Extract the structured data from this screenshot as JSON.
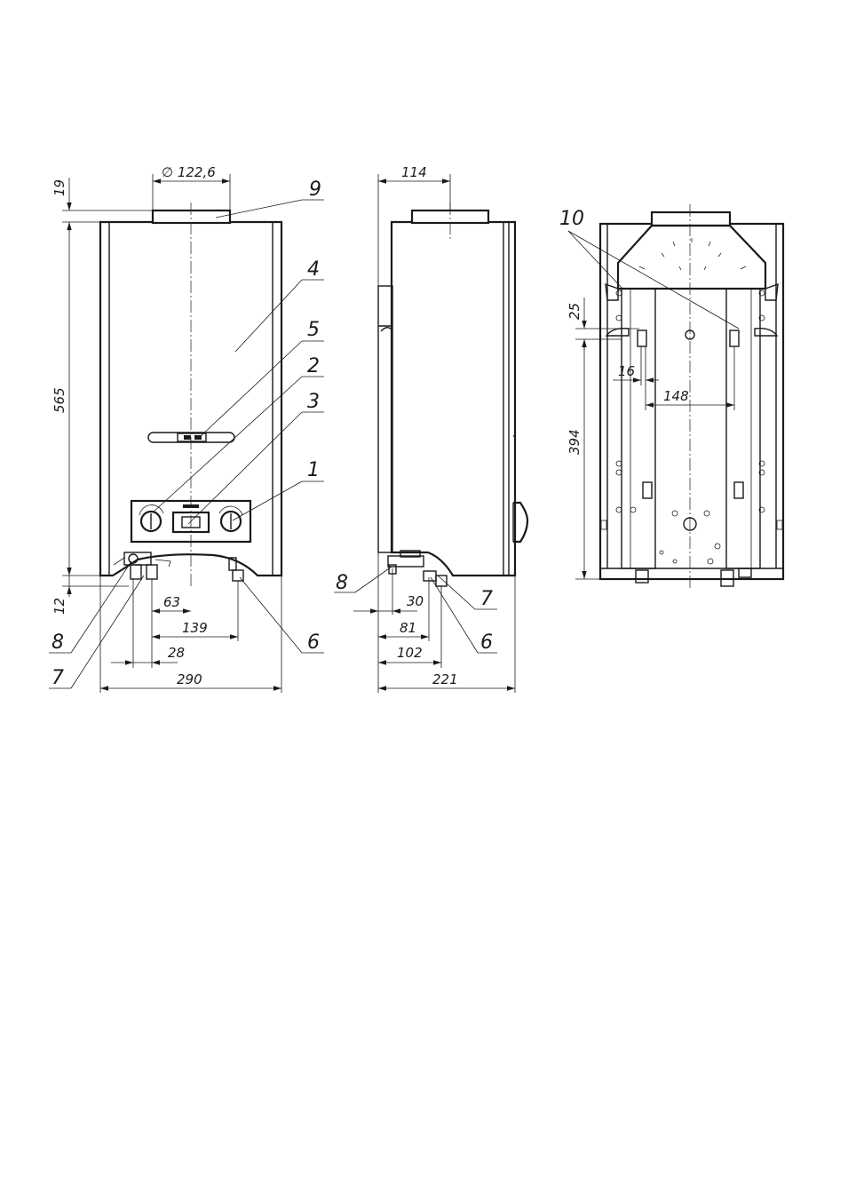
{
  "drawing": {
    "front_view": {
      "dimensions": {
        "flue_diameter": "∅ 122,6",
        "flue_height": "19",
        "body_height": "565",
        "bottom_offset": "12",
        "dim_63": "63",
        "dim_139": "139",
        "dim_28": "28",
        "width": "290"
      },
      "callouts": [
        "9",
        "4",
        "5",
        "2",
        "3",
        "1",
        "6",
        "8",
        "7"
      ]
    },
    "side_view": {
      "dimensions": {
        "depth_top": "114",
        "dim_30": "30",
        "dim_81": "81",
        "dim_102": "102",
        "depth": "221"
      },
      "callouts": [
        "8",
        "7",
        "6"
      ]
    },
    "rear_view": {
      "dimensions": {
        "dim_25": "25",
        "dim_394": "394",
        "dim_16": "16",
        "dim_148": "148"
      },
      "callouts": [
        "10"
      ]
    }
  }
}
